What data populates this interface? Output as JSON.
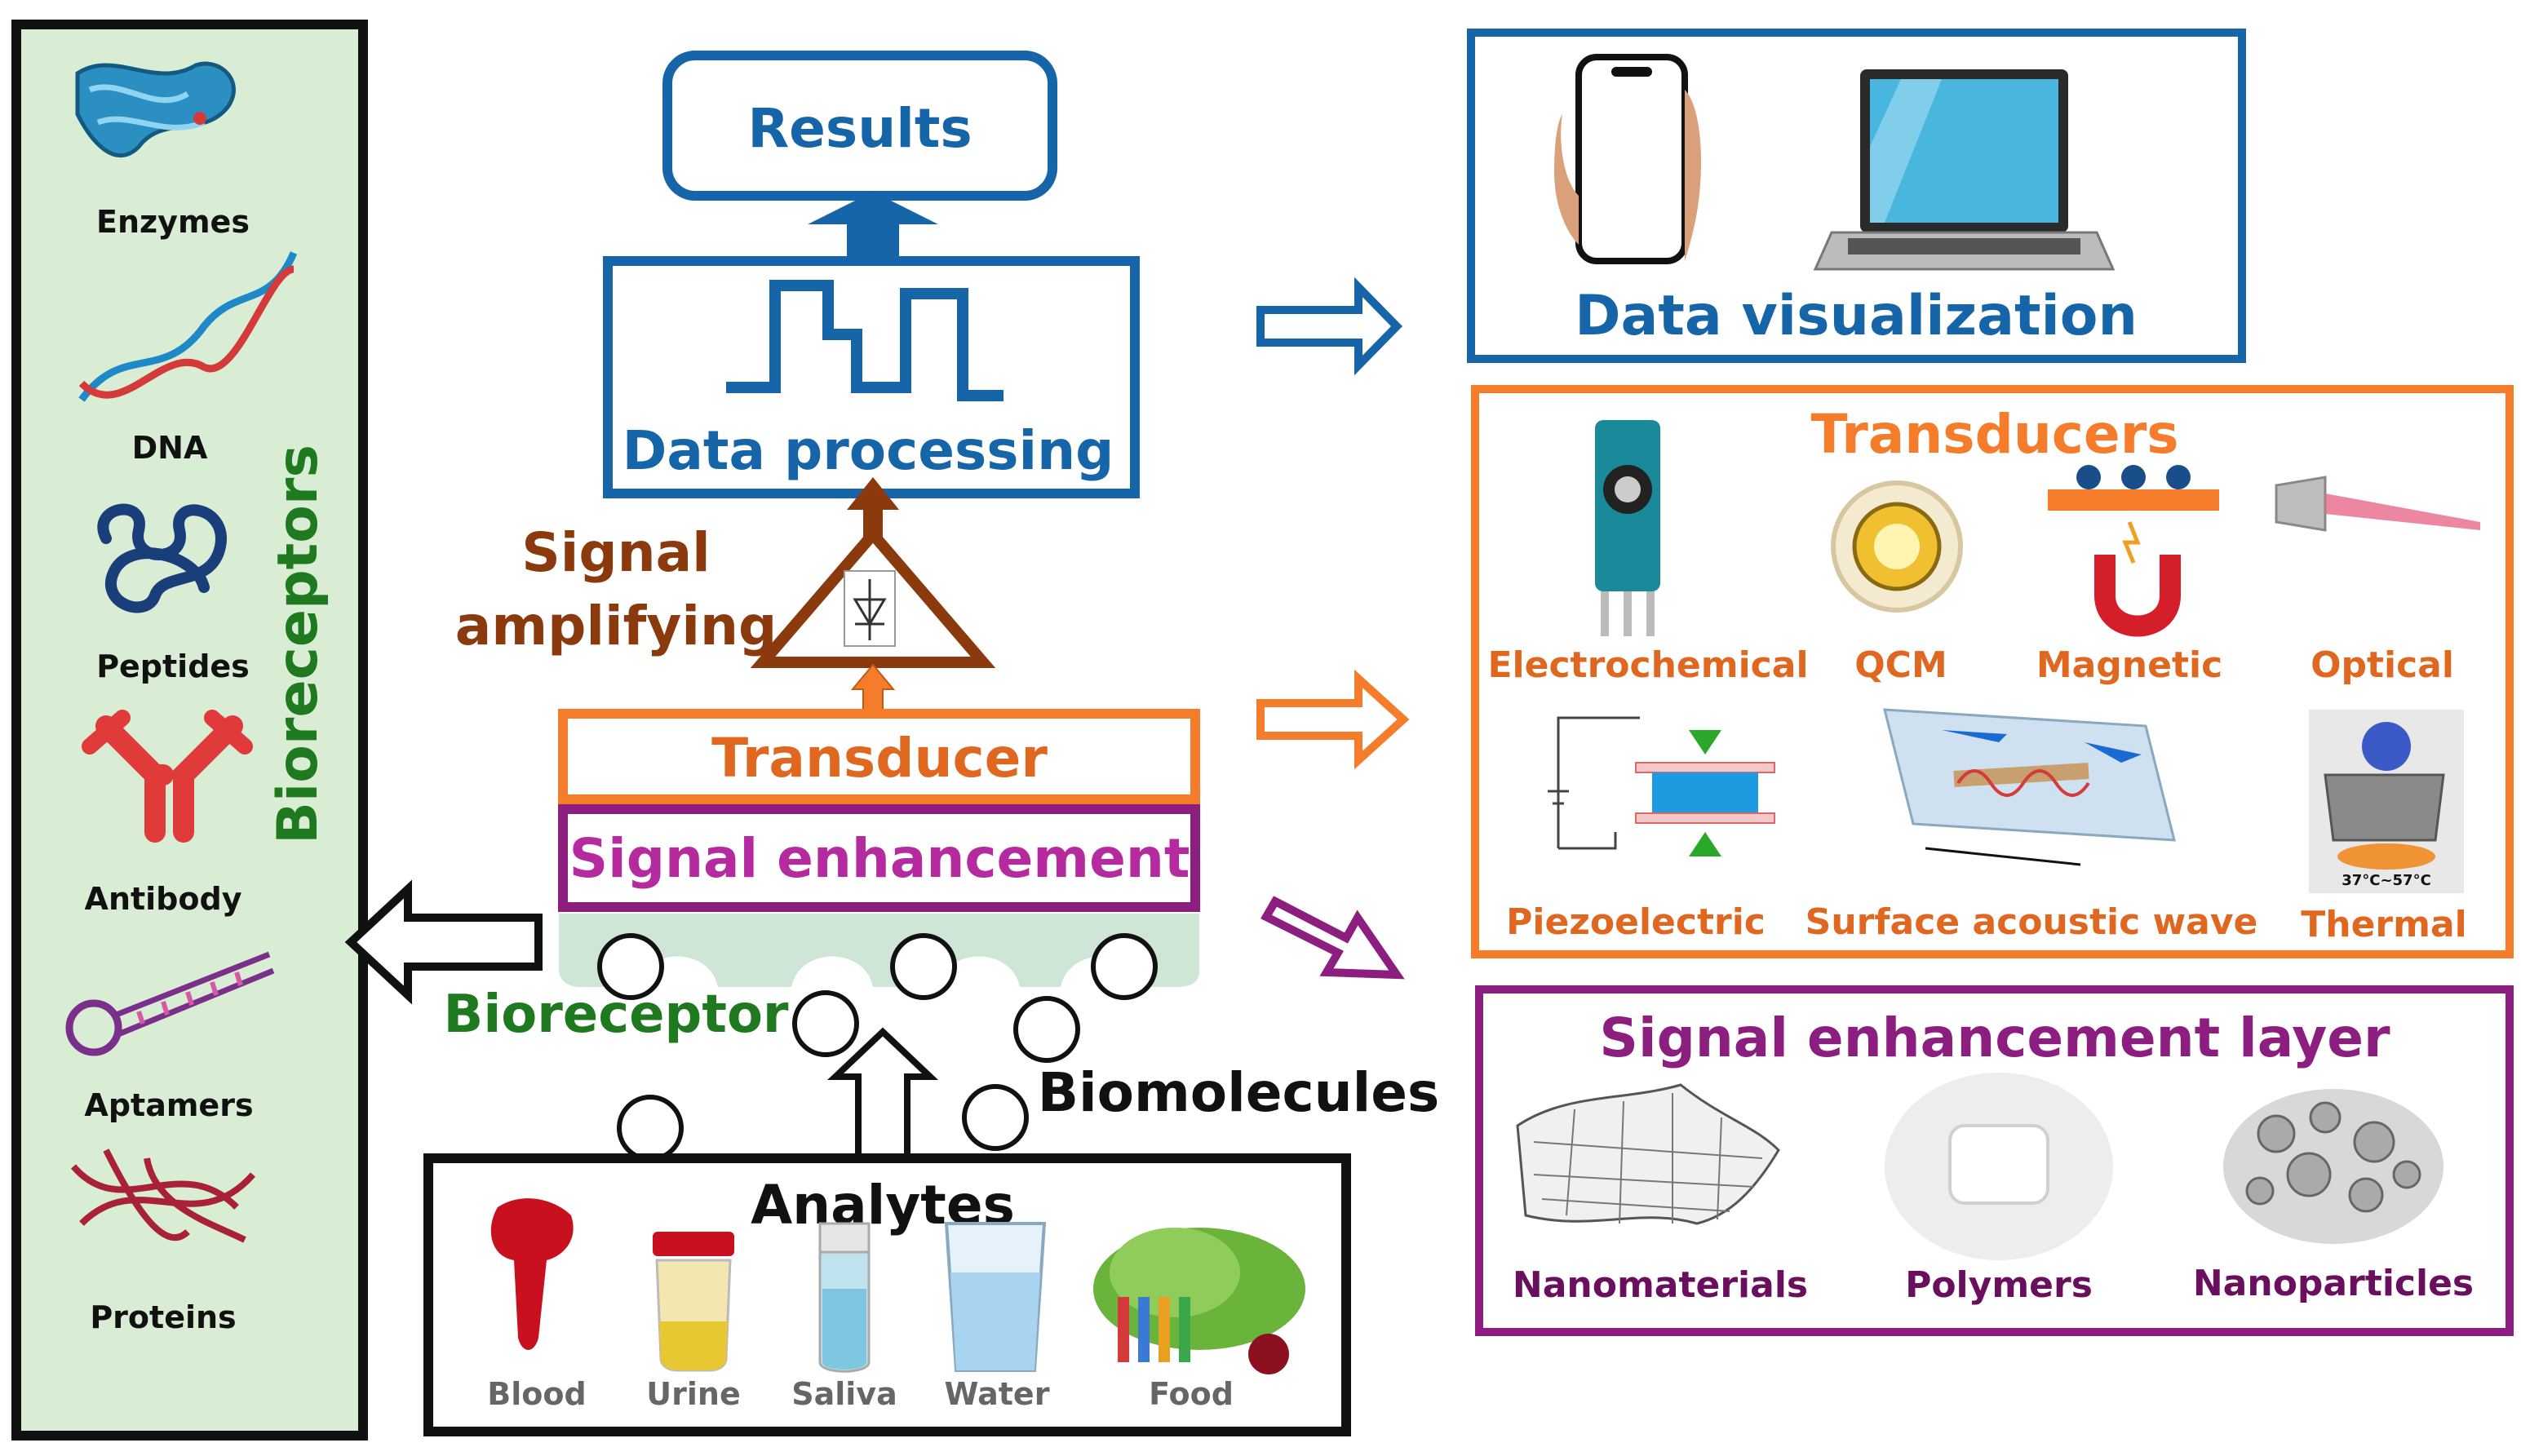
{
  "colors": {
    "blue": "#1565a8",
    "orange": "#f57c2a",
    "purple": "#8b1e7e",
    "brown": "#8b3a0e",
    "green": "#1f7a1f",
    "black": "#111111",
    "panel_green": "#d9edd4",
    "orange_text": "#e0671f",
    "grey_text": "#666666"
  },
  "bioreceptors": {
    "title": "Bioreceptors",
    "items": [
      "Enzymes",
      "DNA",
      "Peptides",
      "Antibody",
      "Aptamers",
      "Proteins"
    ]
  },
  "flow": {
    "results": "Results",
    "data_processing": "Data processing",
    "signal_amplifying": [
      "Signal",
      "amplifying"
    ],
    "transducer": "Transducer",
    "signal_enhancement": "Signal enhancement",
    "bioreceptor": "Bioreceptor",
    "biomolecules": "Biomolecules"
  },
  "analytes": {
    "title": "Analytes",
    "items": [
      "Blood",
      "Urine",
      "Saliva",
      "Water",
      "Food"
    ]
  },
  "data_visualization": {
    "title": "Data visualization"
  },
  "transducers": {
    "title": "Transducers",
    "items": [
      "Electrochemical",
      "QCM",
      "Magnetic",
      "Optical",
      "Piezoelectric",
      "Surface acoustic wave",
      "Thermal"
    ],
    "thermal_range": "37°C~57°C"
  },
  "enhancement_layer": {
    "title": "Signal enhancement layer",
    "items": [
      "Nanomaterials",
      "Polymers",
      "Nanoparticles"
    ]
  }
}
